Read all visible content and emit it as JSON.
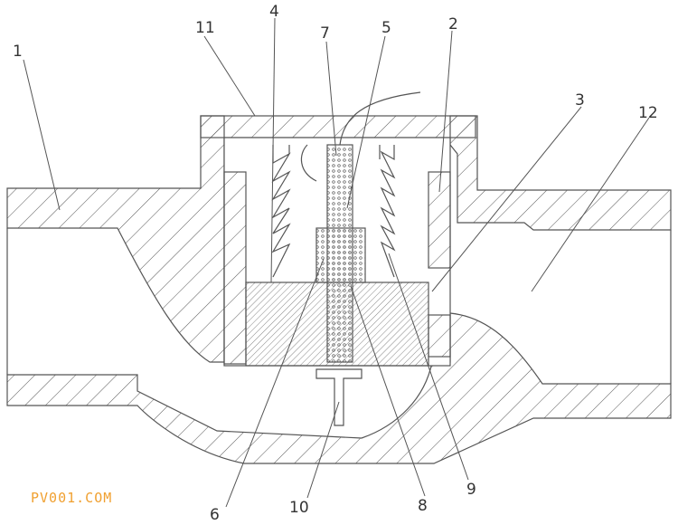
{
  "callouts": [
    {
      "id": "c1",
      "text": "1"
    },
    {
      "id": "c2",
      "text": "2"
    },
    {
      "id": "c3",
      "text": "3"
    },
    {
      "id": "c4",
      "text": "4"
    },
    {
      "id": "c5",
      "text": "5"
    },
    {
      "id": "c6",
      "text": "6"
    },
    {
      "id": "c7",
      "text": "7"
    },
    {
      "id": "c8",
      "text": "8"
    },
    {
      "id": "c9",
      "text": "9"
    },
    {
      "id": "c10",
      "text": "10"
    },
    {
      "id": "c11",
      "text": "11"
    },
    {
      "id": "c12",
      "text": "12"
    }
  ],
  "watermark": "PV001.COM"
}
